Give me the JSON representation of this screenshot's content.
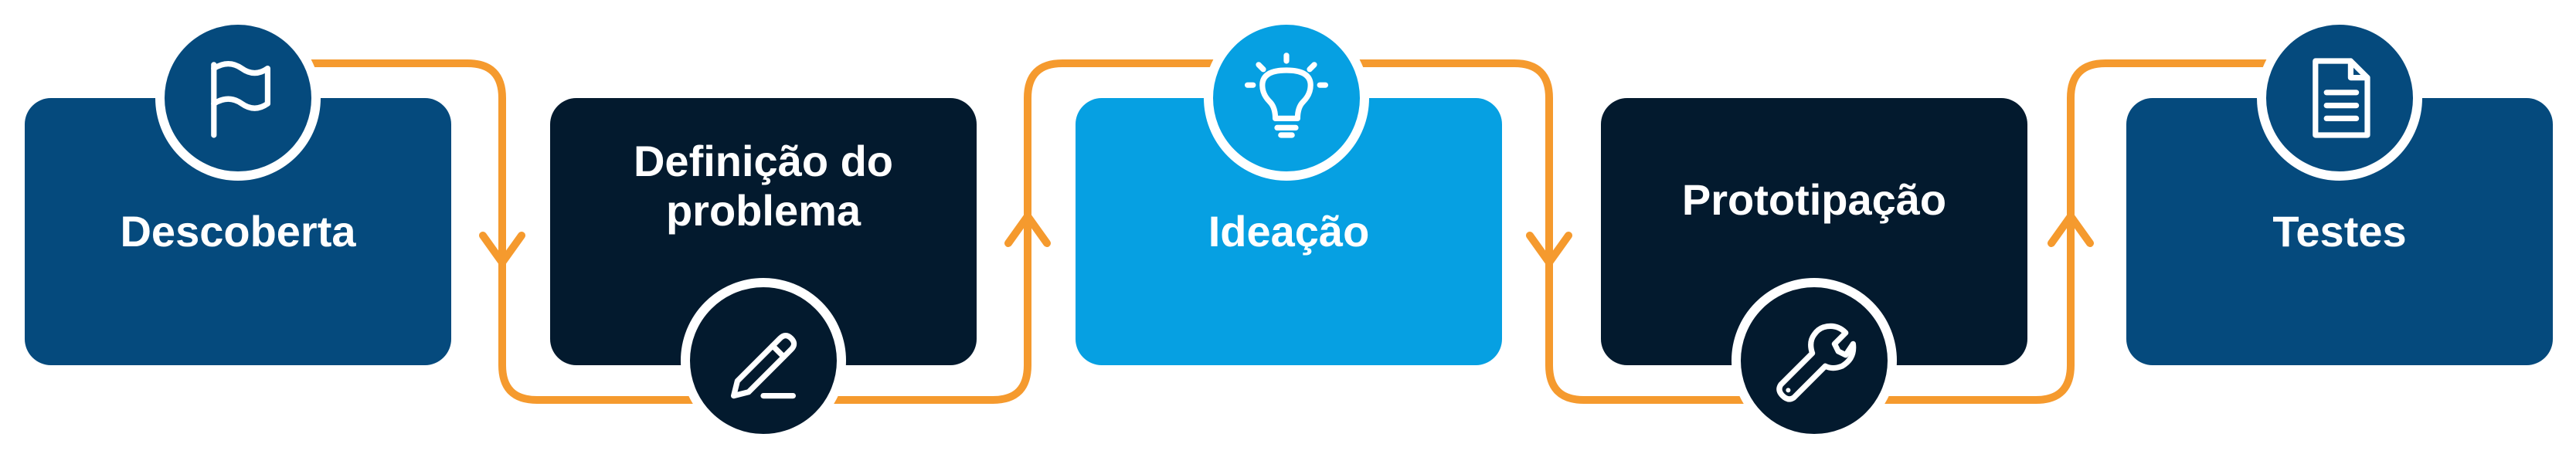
{
  "colors": {
    "connector": "#F59A2E",
    "navy": "#054A7D",
    "dark": "#031A2E",
    "cyan": "#06A0E2",
    "white": "#FFFFFF"
  },
  "steps": [
    {
      "label": "Descoberta",
      "icon": "flag-icon",
      "color": "navy"
    },
    {
      "label": "Definição do problema",
      "icon": "pencil-icon",
      "color": "dark"
    },
    {
      "label": "Ideação",
      "icon": "lightbulb-icon",
      "color": "cyan"
    },
    {
      "label": "Prototipação",
      "icon": "wrench-icon",
      "color": "dark"
    },
    {
      "label": "Testes",
      "icon": "document-icon",
      "color": "navy"
    }
  ]
}
